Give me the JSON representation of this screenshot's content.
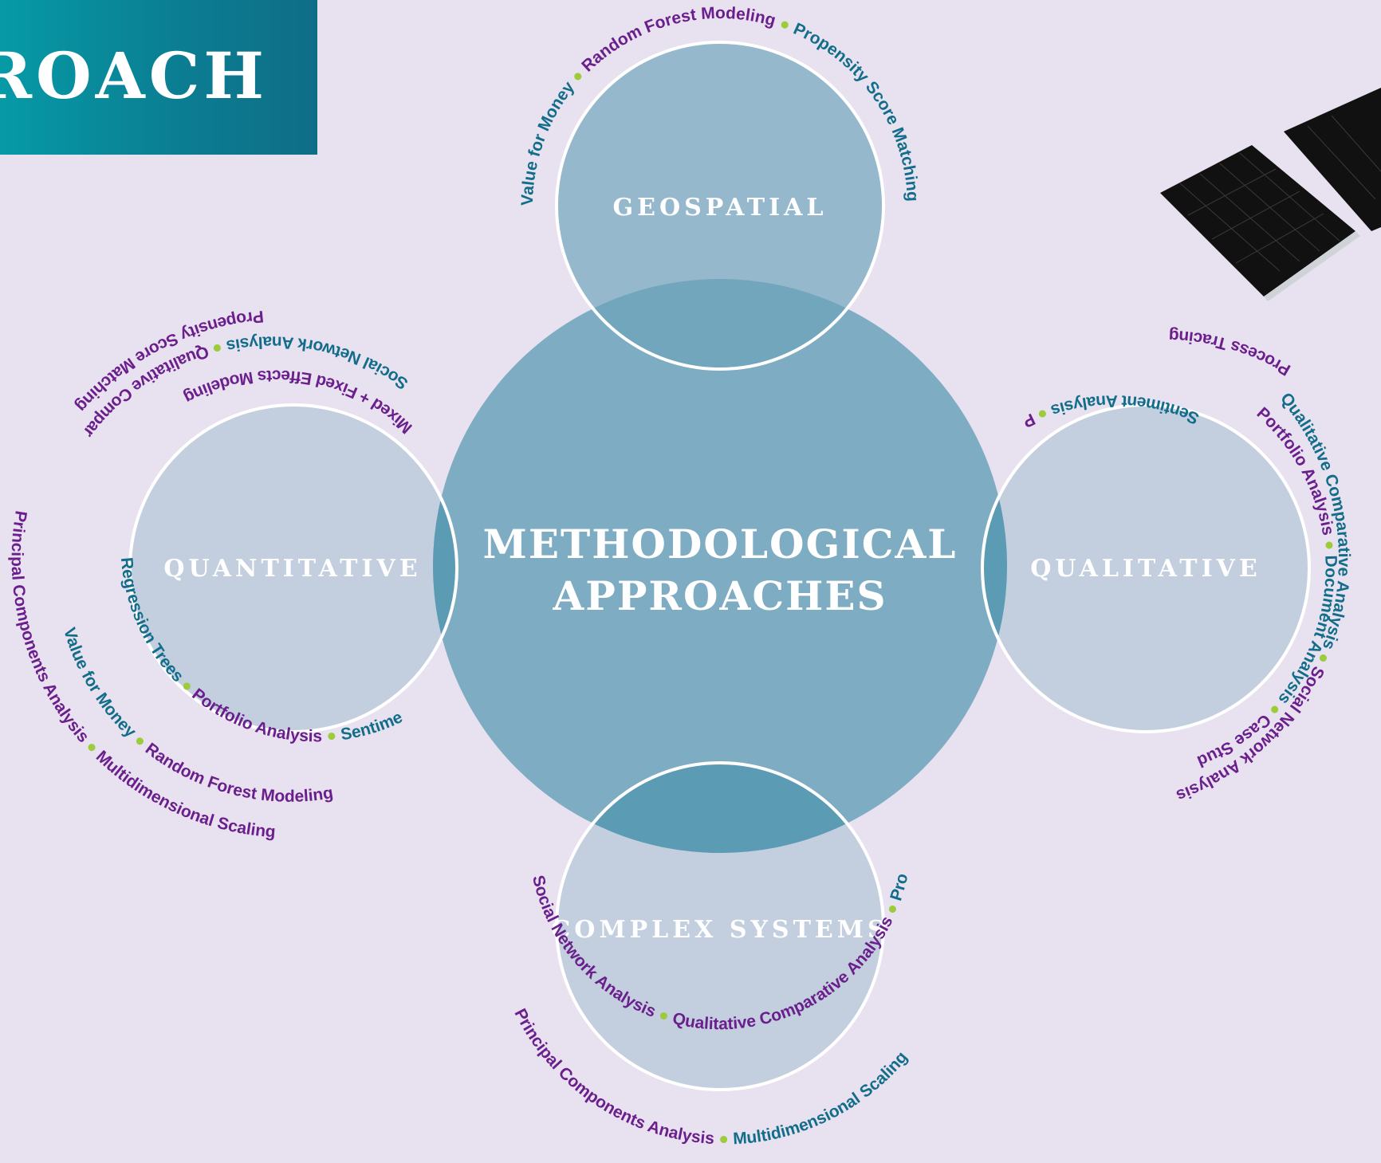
{
  "header": {
    "title": "PROACH"
  },
  "colors": {
    "teal_text": "#126d8a",
    "purple_text": "#6a1f8c",
    "circle_fill": "#7eacc2",
    "overlap_fill": "#4a93ad",
    "bullet": "#9ccc3c",
    "background": "#e8e1ef"
  },
  "diagram": {
    "center": {
      "line1": "METHODOLOGICAL",
      "line2": "APPROACHES"
    },
    "circles": [
      {
        "id": "geospatial",
        "label": "GEOSPATIAL"
      },
      {
        "id": "quantitative",
        "label": "QUANTITATIVE"
      },
      {
        "id": "qualitative",
        "label": "QUALITATIVE"
      },
      {
        "id": "complex",
        "label": "COMPLEX SYSTEMS"
      }
    ],
    "geospatial_methods": [
      "Value for Money",
      "Random Forest Modeling",
      "Propensity Score Matching"
    ],
    "quantitative_outer": [
      "Propensity Score Matching",
      "Principal Components Analysis",
      "Multidimensional Scaling"
    ],
    "quantitative_middle": [
      "Social Network Analysis",
      "Qualitative Comparative Analysis",
      "Value for Money",
      "Random Forest Modeling"
    ],
    "quantitative_inner": [
      "Mixed + Fixed Effects Modeling",
      "Regression Trees",
      "Portfolio Analysis",
      "Sentiment Analysis"
    ],
    "qualitative_inner": [
      "Sentiment Analysis",
      "Process Tracing",
      "Portfolio Analysis",
      "Document Analysis",
      "Case Study Analysis + Synthesis"
    ],
    "qualitative_outer": [
      "Process Tracing",
      "Qualitative Comparative Analysis",
      "Social Network Analysis"
    ],
    "complex_inner": [
      "Social Network Analysis",
      "Qualitative Comparative Analysis",
      "Process Tracing"
    ],
    "complex_outer": [
      "Principal Components Analysis",
      "Multidimensional Scaling"
    ]
  }
}
